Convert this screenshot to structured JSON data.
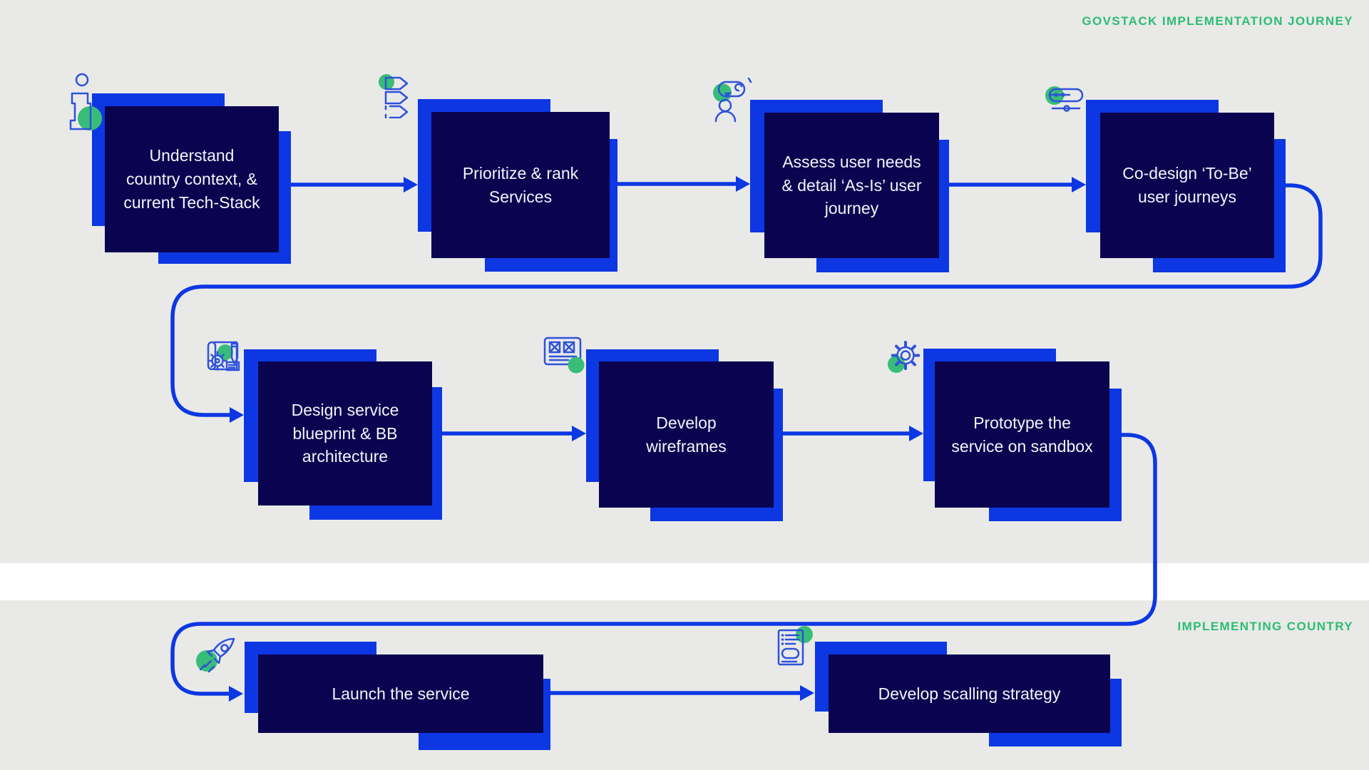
{
  "title": "GovStack implementation journey flow diagram",
  "labels": {
    "journey": "GOVSTACK IMPLEMENTATION JOURNEY",
    "country": "IMPLEMENTING COUNTRY"
  },
  "colors": {
    "background": "#e9e9e8",
    "white_band": "#ffffff",
    "box_navy": "#0a0450",
    "box_blue": "#0c37e3",
    "connector_blue": "#0c37e3",
    "icon_stroke_blue": "#2e52da",
    "accent_green": "#38bd78",
    "label_green": "#2cbd72",
    "box_text": "#f4f3f9"
  },
  "steps": [
    {
      "id": 1,
      "label": "Understand\ncountry context, &\ncurrent Tech-Stack",
      "icon": "info-person-icon"
    },
    {
      "id": 2,
      "label": "Prioritize & rank\nServices",
      "icon": "priority-tags-icon"
    },
    {
      "id": 3,
      "label": "Assess user needs\n& detail ‘As-Is’ user\njourney",
      "icon": "user-interview-icon"
    },
    {
      "id": 4,
      "label": "Co-design ‘To-Be’\nuser journeys",
      "icon": "journey-route-icon"
    },
    {
      "id": 5,
      "label": "Design service\nblueprint & BB\narchitecture",
      "icon": "blueprint-icon"
    },
    {
      "id": 6,
      "label": "Develop\nwireframes",
      "icon": "wireframe-icon"
    },
    {
      "id": 7,
      "label": "Prototype the\nservice on sandbox",
      "icon": "gear-icon"
    },
    {
      "id": 8,
      "label": "Launch the service",
      "icon": "rocket-icon"
    },
    {
      "id": 9,
      "label": "Develop scalling strategy",
      "icon": "strategy-doc-icon"
    }
  ]
}
